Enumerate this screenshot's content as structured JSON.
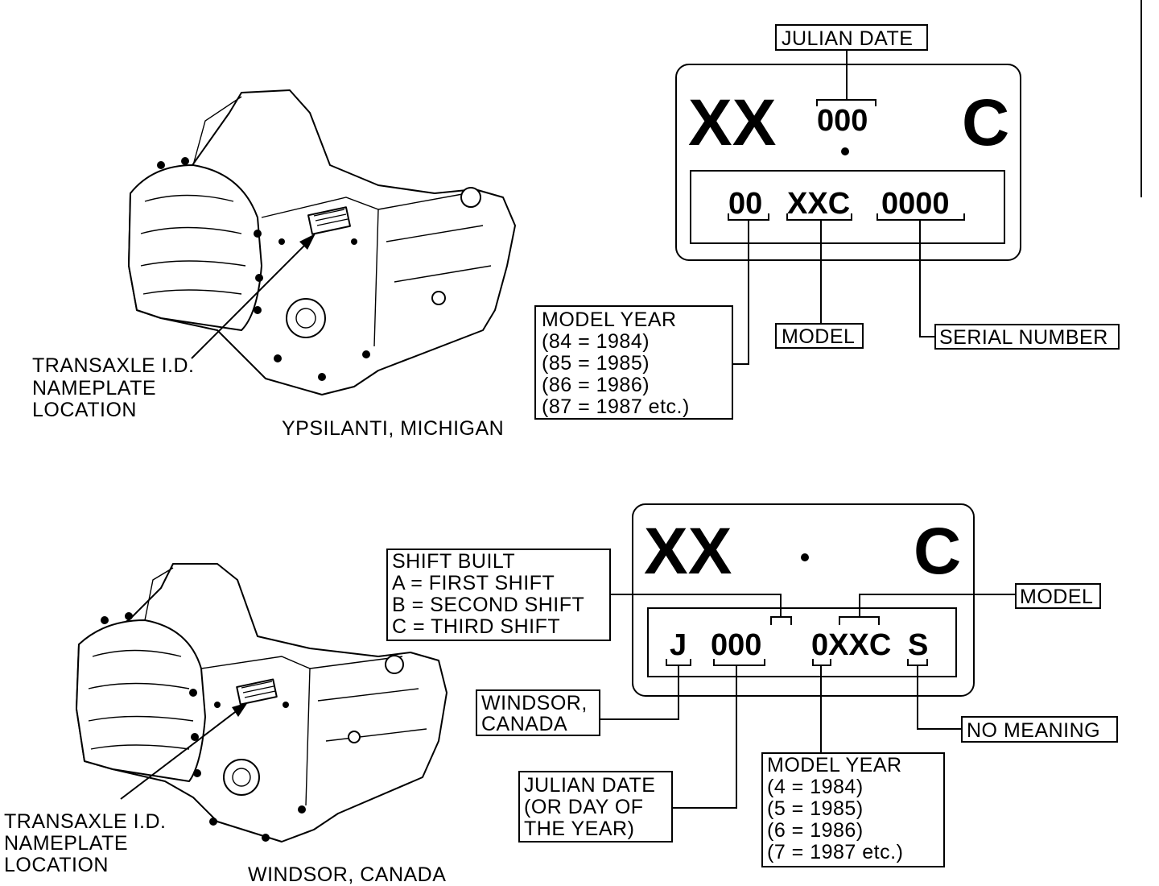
{
  "top": {
    "plate": {
      "code_left": "XX",
      "code_mid": "000",
      "code_right": "C",
      "row_a": "00",
      "row_b": "XXC",
      "row_c": "0000"
    },
    "labels": {
      "julian_date": "JULIAN DATE",
      "model": "MODEL",
      "serial_number": "SERIAL NUMBER",
      "model_year_title": "MODEL YEAR",
      "model_year_lines": [
        "(84  =  1984)",
        "(85  =  1985)",
        "(86  =  1986)",
        "(87  =  1987 etc.)"
      ]
    },
    "location_label": [
      "TRANSAXLE I.D.",
      "NAMEPLATE",
      "LOCATION"
    ],
    "caption": "YPSILANTI, MICHIGAN"
  },
  "bottom": {
    "plate": {
      "code_left": "XX",
      "code_right": "C",
      "row_a": "J",
      "row_b": "000",
      "row_c": "0XXC",
      "row_d": "S"
    },
    "labels": {
      "shift_title": "SHIFT BUILT",
      "shift_lines": [
        "A  =  FIRST SHIFT",
        "B  =  SECOND SHIFT",
        "C  =  THIRD SHIFT"
      ],
      "model": "MODEL",
      "windsor": [
        "WINDSOR,",
        "CANADA"
      ],
      "no_meaning": "NO MEANING",
      "julian_lines": [
        "JULIAN DATE",
        "(OR DAY OF",
        "THE YEAR)"
      ],
      "model_year_title": "MODEL YEAR",
      "model_year_lines": [
        "(4  =  1984)",
        "(5  =  1985)",
        "(6  =  1986)",
        "(7  =  1987 etc.)"
      ]
    },
    "location_label": [
      "TRANSAXLE I.D.",
      "NAMEPLATE",
      "LOCATION"
    ],
    "caption": "WINDSOR, CANADA"
  }
}
